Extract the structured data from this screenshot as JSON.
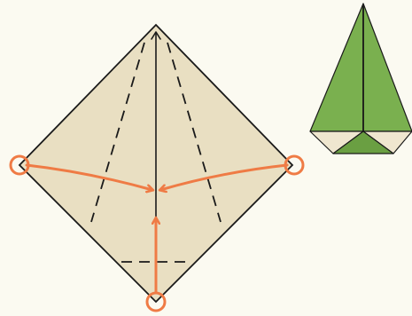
{
  "diagram": {
    "background": "#fbfaf1",
    "paper_color": "#e9dfc2",
    "fold_line_color": "#1a1a1a",
    "arrow_color": "#ef7b45",
    "result_green": "#7ab04f",
    "result_green_dark": "#6a9f42",
    "result_cream": "#efe6cf",
    "markers": [
      "left-corner",
      "right-corner",
      "bottom-corner"
    ],
    "fold_arrows": [
      "left-to-center",
      "right-to-center",
      "bottom-to-center"
    ]
  }
}
